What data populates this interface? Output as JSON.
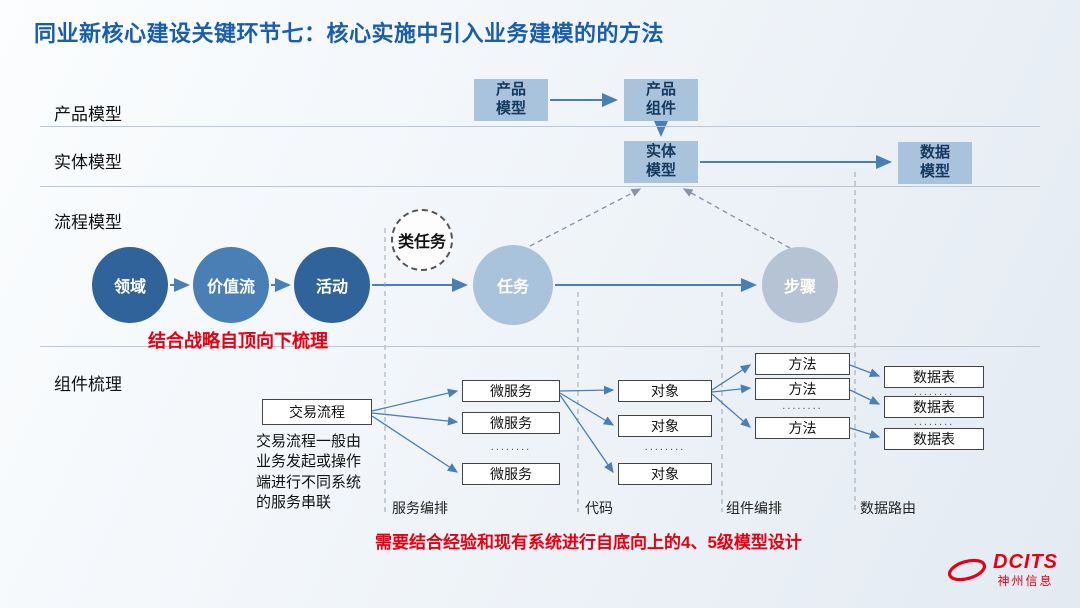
{
  "title": "同业新核心建设关键环节七：核心实施中引入业务建模的的方法",
  "row_labels": {
    "product": "产品模型",
    "entity": "实体模型",
    "process": "流程模型",
    "component": "组件梳理"
  },
  "model_boxes": {
    "product_model": "产品\n模型",
    "product_component": "产品\n组件",
    "entity_model": "实体\n模型",
    "data_model": "数据\n模型"
  },
  "process_nodes": {
    "domain": "领域",
    "value_stream": "价值流",
    "activity": "活动",
    "task_class": "类任务",
    "task": "任务",
    "step": "步骤"
  },
  "component_boxes": {
    "transaction_flow": "交易流程",
    "microservice": "微服务",
    "object": "对象",
    "method": "方法",
    "data_table": "数据表",
    "dots": "........"
  },
  "section_labels": {
    "service_orchestration": "服务编排",
    "code": "代码",
    "component_orchestration": "组件编排",
    "data_routing": "数据路由"
  },
  "annotations": {
    "top_down": "结合战略自顶向下梳理",
    "bottom_up": "需要结合经验和现有系统进行自底向上的4、5级模型设计",
    "transaction_note": "交易流程一般由\n业务发起或操作\n端进行不同系统\n的服务串联"
  },
  "logo": {
    "brand": "DCITS",
    "company": "神州信息"
  },
  "colors": {
    "title_blue": "#1a5dab",
    "accent_red": "#e60012",
    "box_fill": "#a9c3dc",
    "dark_circle": "#2f6399",
    "mid_circle": "#4a7fb5",
    "light_circle": "#a9c3dc",
    "step_circle": "#b5c3d4",
    "arrow_blue": "#4a7fb5"
  }
}
